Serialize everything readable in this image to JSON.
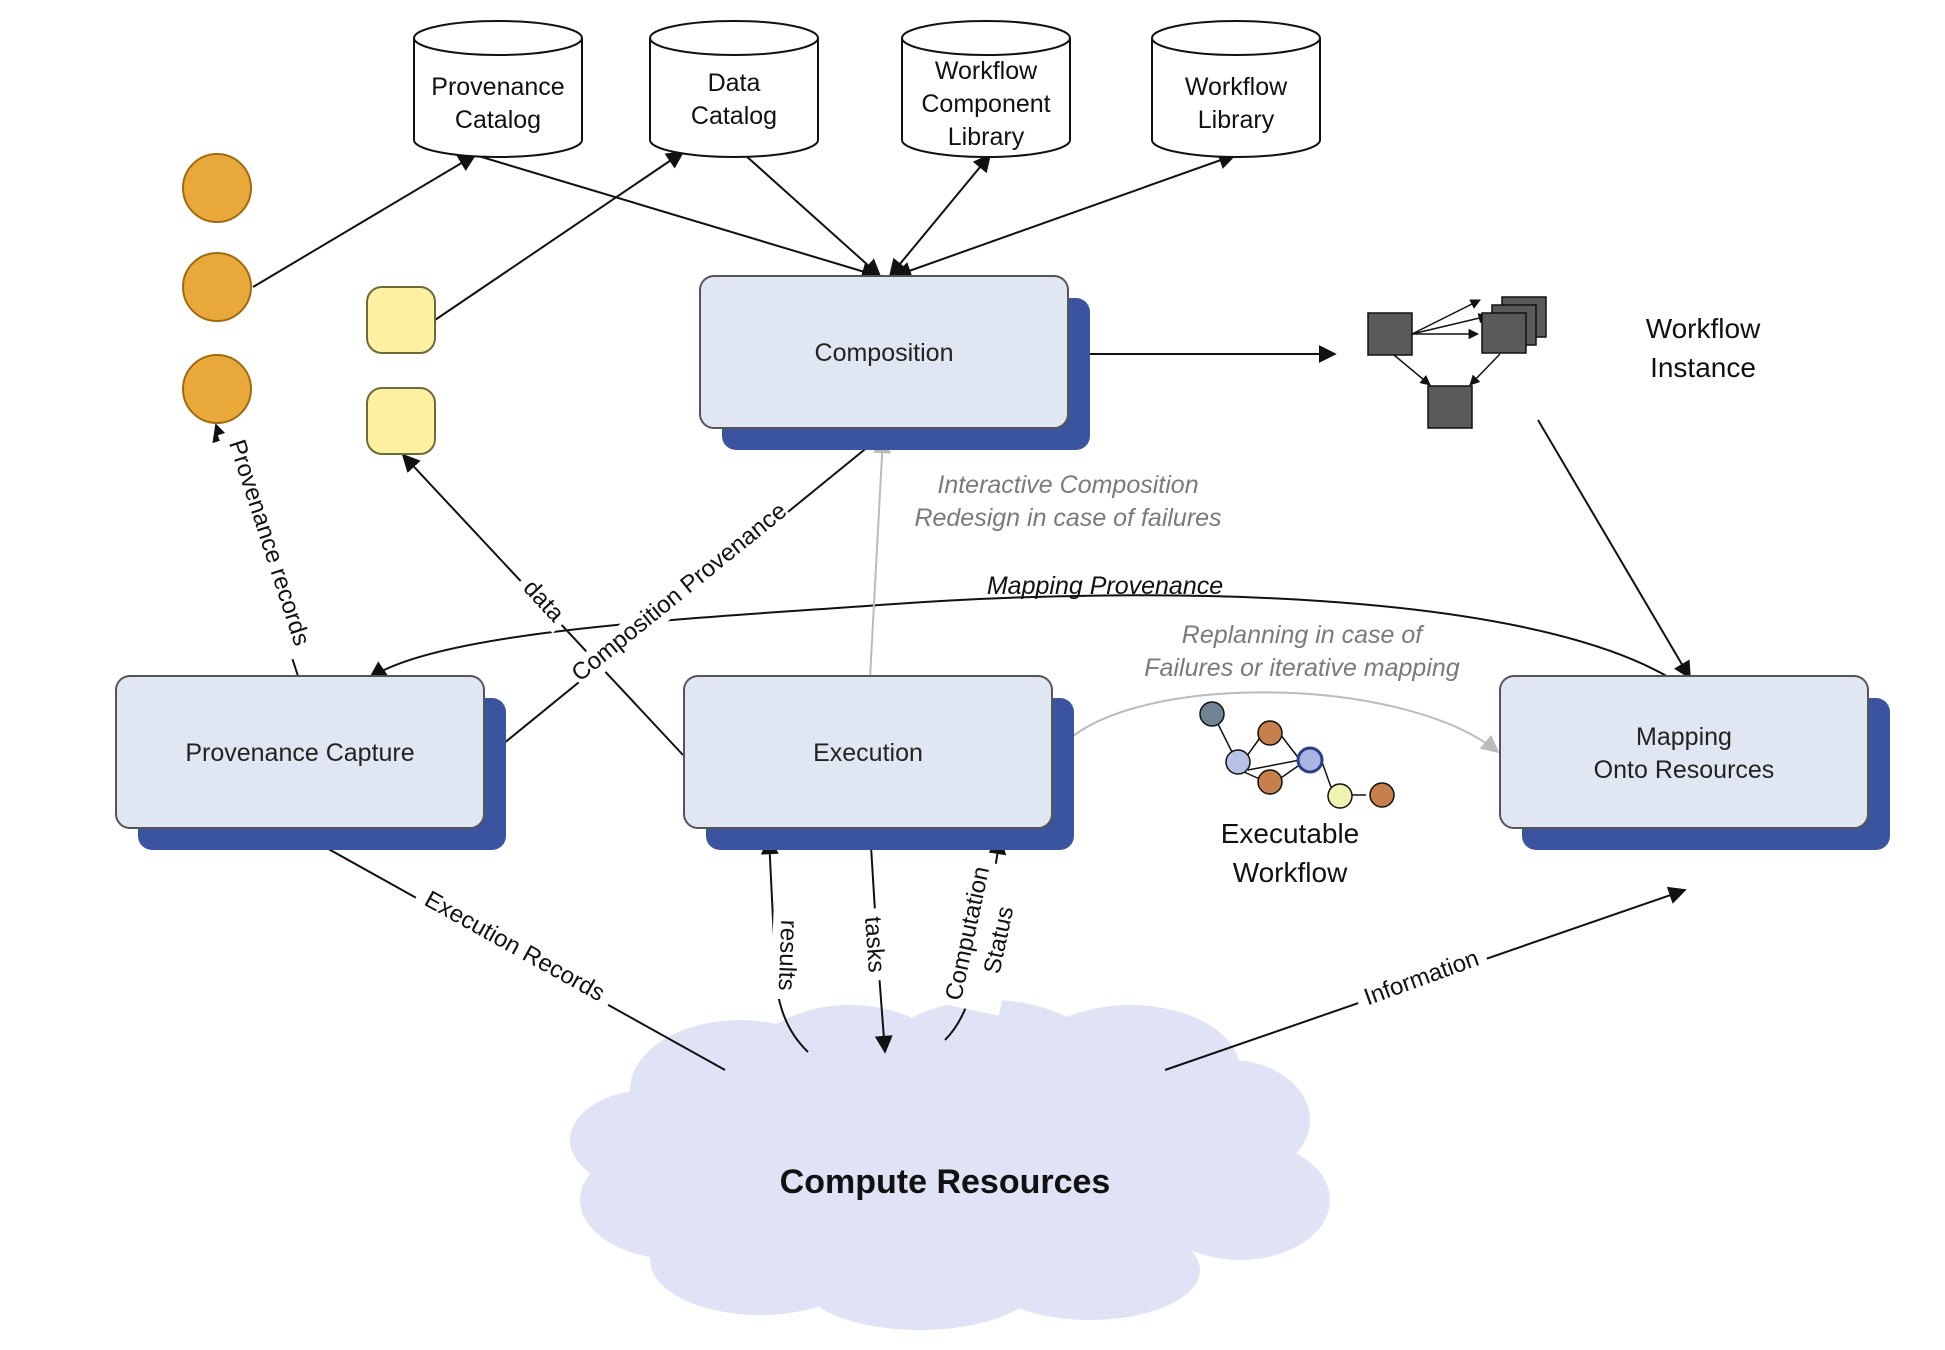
{
  "databases": {
    "provenance_catalog": [
      "Provenance",
      "Catalog"
    ],
    "data_catalog": [
      "Data",
      "Catalog"
    ],
    "workflow_component_library": [
      "Workflow",
      "Component",
      "Library"
    ],
    "workflow_library": [
      "Workflow",
      "Library"
    ]
  },
  "boxes": {
    "composition": [
      "Composition"
    ],
    "provenance_capture": [
      "Provenance Capture"
    ],
    "execution": [
      "Execution"
    ],
    "mapping": [
      "Mapping",
      "Onto Resources"
    ]
  },
  "labels": {
    "workflow_instance": [
      "Workflow",
      "Instance"
    ],
    "interactive_composition": [
      "Interactive Composition",
      "Redesign in case of failures"
    ],
    "mapping_provenance": "Mapping Provenance",
    "replanning": [
      "Replanning in case of",
      "Failures or iterative mapping"
    ],
    "executable_workflow": [
      "Executable",
      "Workflow"
    ],
    "provenance_records": "Provenance records",
    "data": "data",
    "composition_provenance": "Composition Provenance",
    "execution_records": "Execution Records",
    "results": "results",
    "tasks": "tasks",
    "computation_status": [
      "Computation",
      "Status"
    ],
    "information": "Information",
    "compute_resources": "Compute Resources"
  },
  "colors": {
    "box_fill": "#e1e7f2",
    "box_shadow": "#3a54a0",
    "orange_circle": "#e8a83a",
    "yellow_token": "#fdf0a0",
    "cloud_fill": "#dfe3f5",
    "gray_square": "#5a5a5a"
  }
}
